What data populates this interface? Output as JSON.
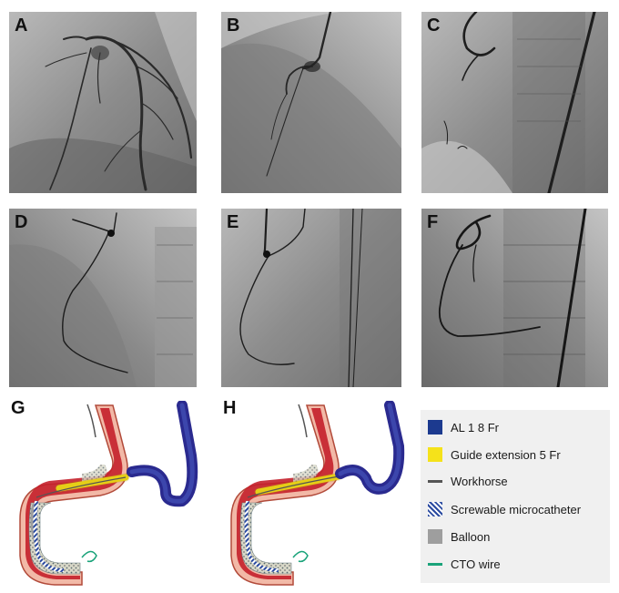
{
  "panels": [
    {
      "id": "A",
      "label": "A"
    },
    {
      "id": "B",
      "label": "B"
    },
    {
      "id": "C",
      "label": "C"
    },
    {
      "id": "D",
      "label": "D"
    },
    {
      "id": "E",
      "label": "E"
    },
    {
      "id": "F",
      "label": "F"
    }
  ],
  "diagrams": [
    {
      "id": "G",
      "label": "G"
    },
    {
      "id": "H",
      "label": "H"
    }
  ],
  "legend": {
    "items": [
      {
        "label": "AL 1 8 Fr",
        "symbol": "square",
        "color": "#1c3a8f"
      },
      {
        "label": "Guide extension 5 Fr",
        "symbol": "square",
        "color": "#f5e21a"
      },
      {
        "label": "Workhorse",
        "symbol": "line",
        "color": "#555555"
      },
      {
        "label": "Screwable microcatheter",
        "symbol": "hatched-square",
        "color": "#2a4aa0"
      },
      {
        "label": "Balloon",
        "symbol": "square",
        "color": "#9e9e9e"
      },
      {
        "label": "CTO wire",
        "symbol": "line",
        "color": "#1aa37a"
      }
    ]
  }
}
